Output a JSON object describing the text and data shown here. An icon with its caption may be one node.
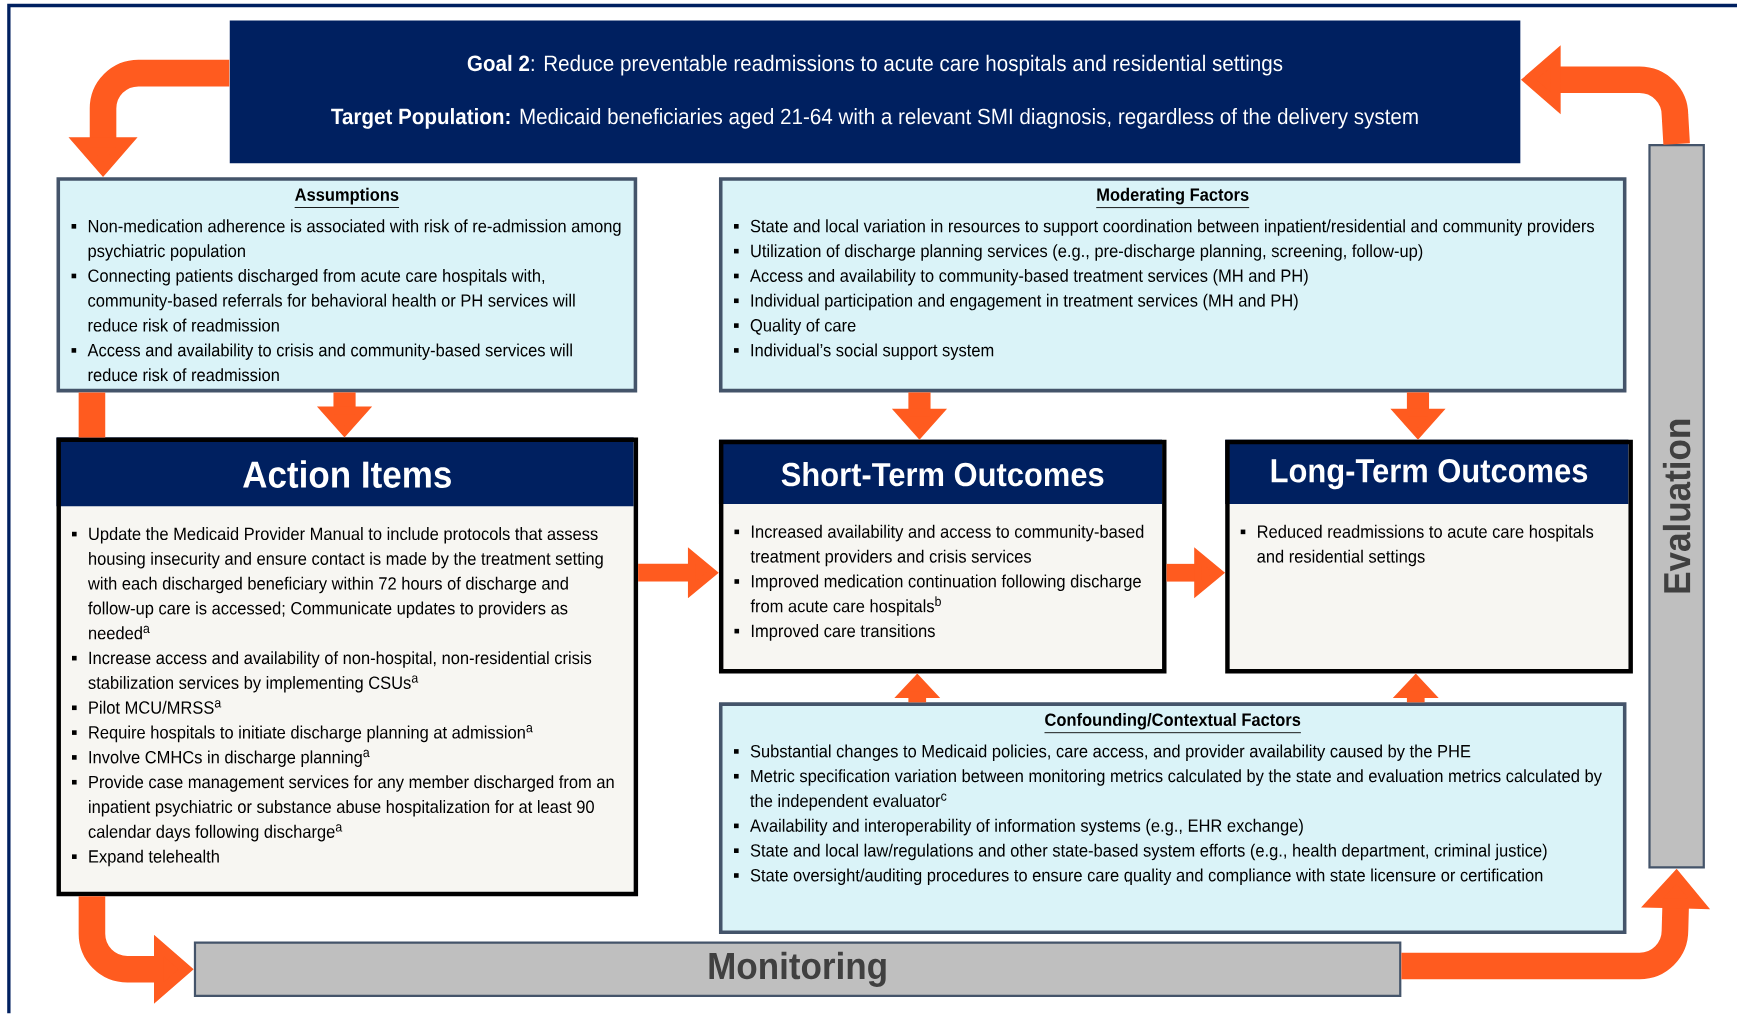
{
  "diagram": {
    "nodes": [
      {
        "text": [
          "**Goal 2**: Reduce preventable readmissions to acute care hospitals and residential settings",
          "**Target Population:** Medicaid beneficiaries aged 21-64 with a relevant SMI diagnosis, regardless of the delivery system"
        ]
      },
      {
        "text": [
          "Assumptions",
          "Non-medication adherence is associated with risk of re-admission among psychiatric population",
          "Connecting patients discharged from acute care hospitals with, community-based referrals for behavioral health or PH services will reduce risk of readmission",
          "Access and availability to crisis and community-based services will reduce risk of readmission"
        ]
      },
      {
        "text": [
          "Moderating Factors",
          "State and local variation in resources to support coordination between inpatient/residential and community providers",
          "Utilization of discharge planning services (e.g., pre-discharge planning, screening, follow-up)",
          "Access and availability to community-based treatment services (MH and PH)",
          "Individual participation and engagement in treatment services (MH and PH)",
          "Quality of care",
          "Individual’s social support system"
        ]
      },
      {
        "text": [
          "Action Items",
          "Update the Medicaid Provider Manual to include protocols that assess housing insecurity and ensure contact is made by the treatment setting with each discharged beneficiary within 72 hours of discharge and follow-up care is accessed; Communicate updates to providers as needed$^{a}$",
          "Increase access and availability of non-hospital, non-residential crisis stabilization services by implementing CSUs$^{a}$",
          "Pilot MCU/MRSS$^{a}$",
          "Require hospitals to initiate discharge planning at admission$^{a}$",
          "Involve CMHCs in discharge planning$^{a}$",
          "Provide case management services for any member discharged from an inpatient psychiatric or substance abuse hospitalization for at least 90 calendar days following discharge$^{a}$",
          "Expand telehealth"
        ]
      },
      {
        "text": [
          "Short-Term Outcomes",
          "Increased availability and access to community-based treatment providers and crisis services",
          "Improved medication continuation following discharge from acute care hospitals$^{b}$",
          "Improved care transitions"
        ]
      },
      {
        "text": [
          "Long-Term Outcomes",
          "Reduced readmissions to acute care hospitals and residential settings"
        ]
      },
      {
        "text": [
          "Confounding/Contextual Factors",
          "Substantial changes to Medicaid policies, care access, and provider availability caused by the PHE",
          "Metric specification variation between monitoring metrics calculated by the state and evaluation metrics calculated by the independent evaluator$^{c}$",
          "Availability and interoperability of information systems (e.g., EHR exchange)",
          "State and local law/regulations and other state-based system efforts (e.g., health department, criminal justice)",
          "State oversight/auditing procedures to ensure care quality and compliance with state licensure or certification"
        ]
      },
      {
        "text": [
          "Monitoring"
        ]
      },
      {
        "text": [
          "Evaluation"
        ]
      }
    ],
    "edges": [
      {
        "from": 0,
        "to": 1,
        "arrow": "to"
      },
      {
        "from": 8,
        "to": 0,
        "arrow": "to"
      },
      {
        "from": 1,
        "to": 3,
        "arrow": "to"
      },
      {
        "from": 1,
        "to": 3,
        "arrow": "none"
      },
      {
        "from": 2,
        "to": 4,
        "arrow": "to"
      },
      {
        "from": 2,
        "to": 5,
        "arrow": "to"
      },
      {
        "from": 3,
        "to": 4,
        "arrow": "to"
      },
      {
        "from": 4,
        "to": 5,
        "arrow": "to"
      },
      {
        "from": 6,
        "to": 4,
        "arrow": "to"
      },
      {
        "from": 6,
        "to": 5,
        "arrow": "to"
      },
      {
        "from": 3,
        "to": 7,
        "arrow": "to"
      },
      {
        "from": 7,
        "to": 8,
        "arrow": "to"
      }
    ]
  }
}
